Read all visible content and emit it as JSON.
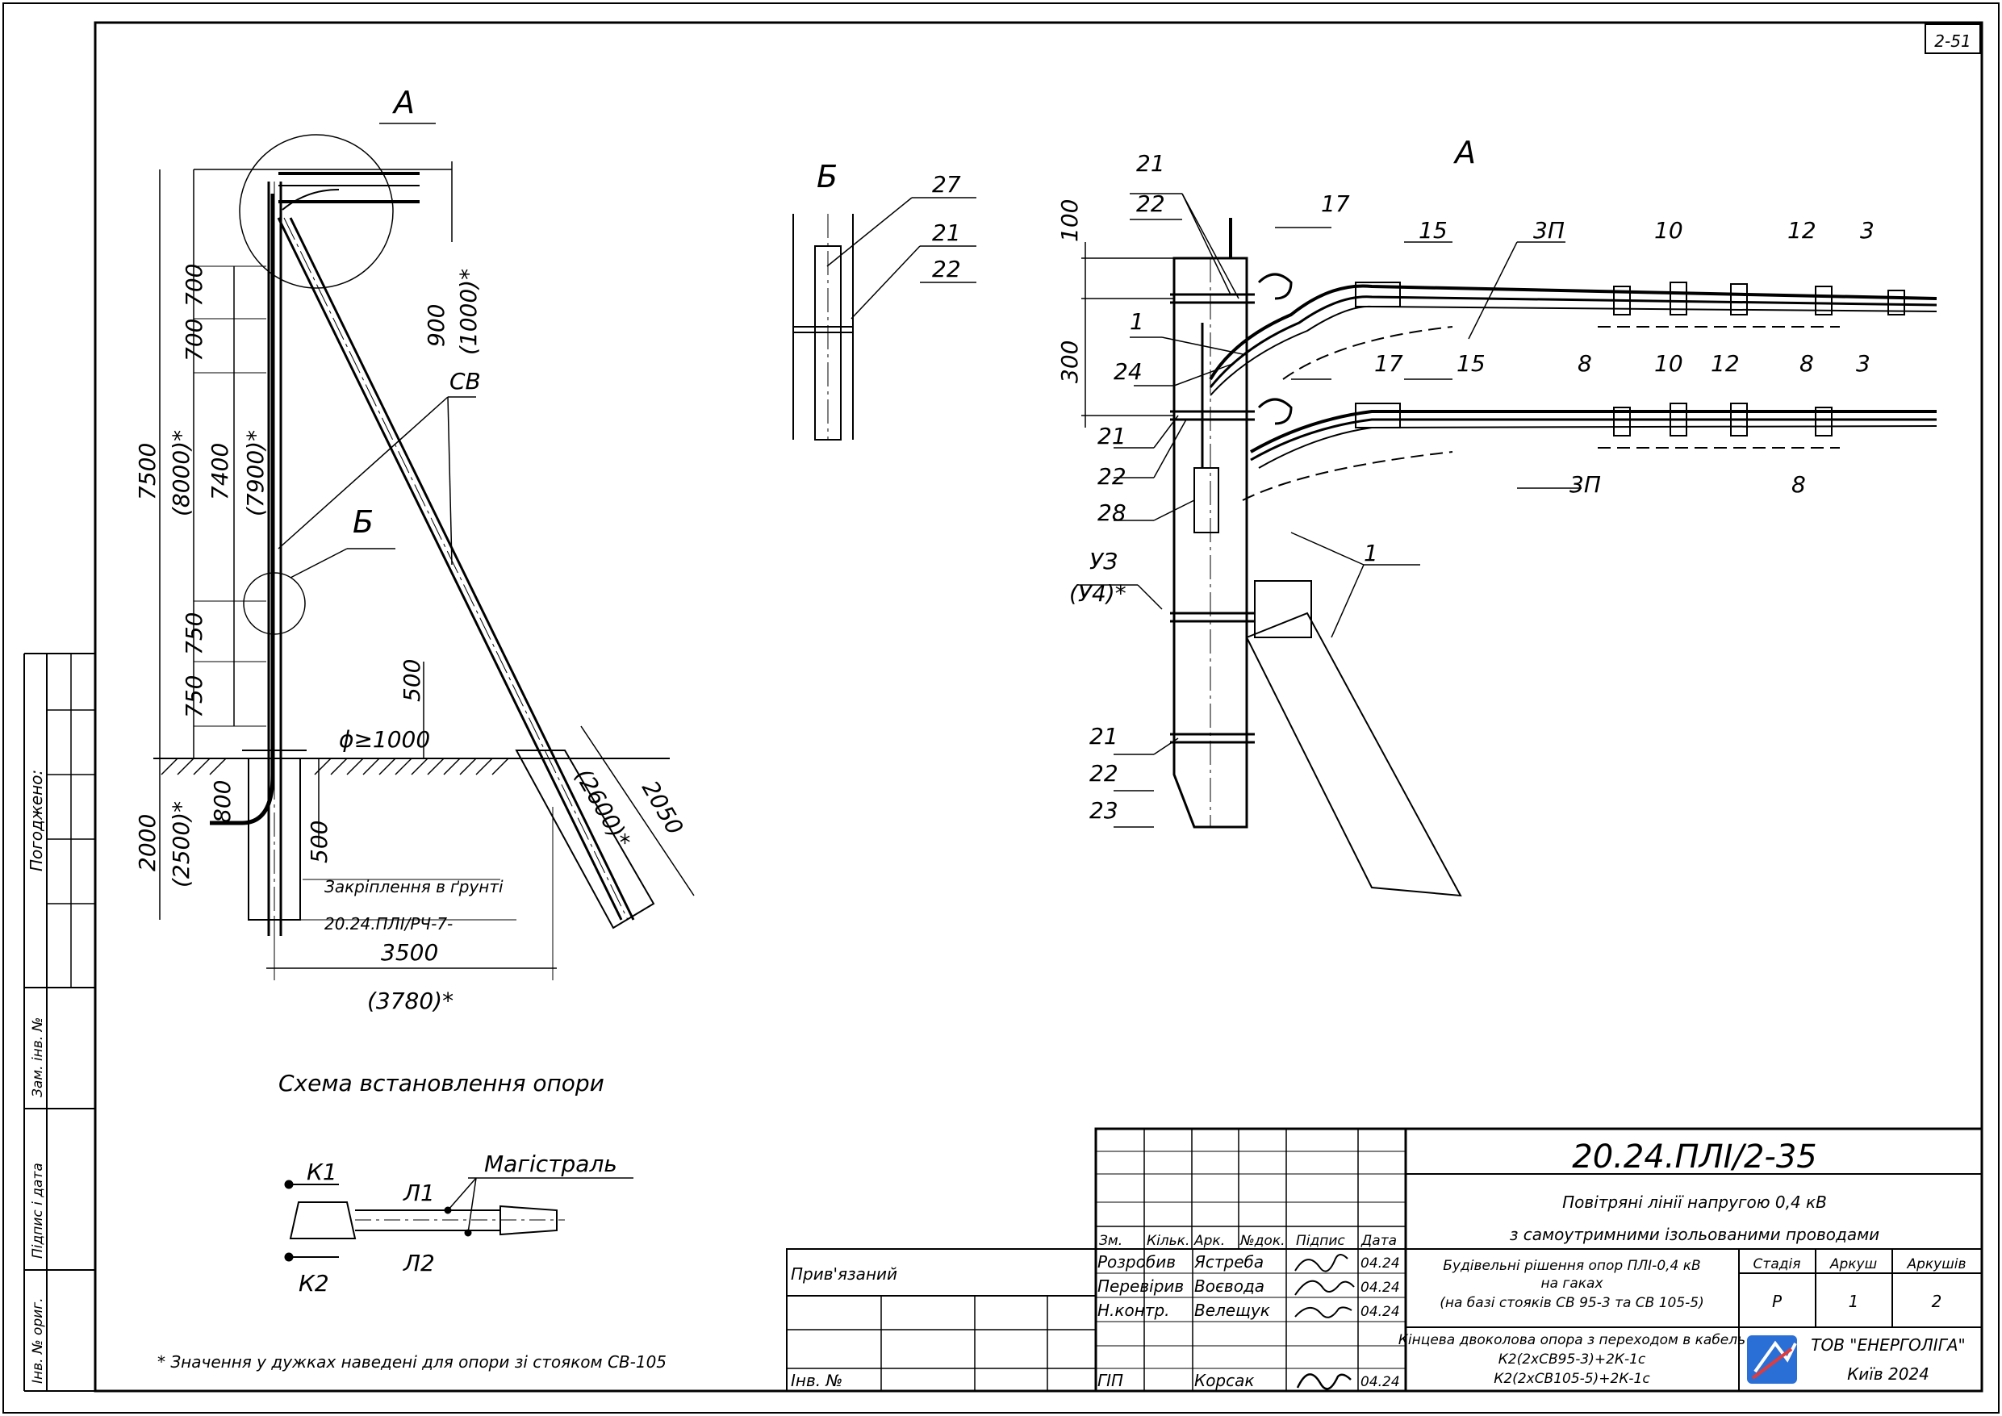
{
  "sheet_number": "2-51",
  "left_stamp": {
    "agreed": "Погоджено:",
    "replaced_inv": "Зам. інв. №",
    "sign_date": "Підпис і дата",
    "orig_inv": "Інв. № ориг."
  },
  "view_labels": {
    "a": "А",
    "b": "Б"
  },
  "scheme": {
    "title": "Схема встановлення опори",
    "dims": {
      "d7500": "7500",
      "d8000": "(8000)*",
      "d7400": "7400",
      "d7900": "(7900)*",
      "d700a": "700",
      "d700b": "700",
      "d900": "900",
      "d1000": "(1000)*",
      "d750a": "750",
      "d750b": "750",
      "d500a": "500",
      "d500b": "500",
      "d800": "800",
      "d2000": "2000",
      "d2500": "(2500)*",
      "d2050": "2050",
      "d2600": "(2600)*",
      "d3500": "3500",
      "d3780": "(3780)*",
      "phi": "ϕ≥1000"
    },
    "cv_label": "СВ",
    "ground_note": "Закріплення в ґрунті",
    "ground_ref": "20.24.ПЛІ/РЧ-7-"
  },
  "detail_b": {
    "p27": "27",
    "p21": "21",
    "p22": "22"
  },
  "detail_a": {
    "p21a": "21",
    "p22a": "22",
    "p17a": "17",
    "p15a": "15",
    "p3pa": "3П",
    "p10a": "10",
    "p12a": "12",
    "p3a": "3",
    "p1a": "1",
    "p24": "24",
    "p8a": "8",
    "p10b": "10",
    "p12b": "12",
    "p8b": "8",
    "p3b": "3",
    "p17b": "17",
    "p15b": "15",
    "p21b": "21",
    "p22b": "22",
    "p28": "28",
    "p8c": "8",
    "p3pb": "3П",
    "uz": "УЗ",
    "u4": "(У4)*",
    "p1b": "1",
    "p21c": "21",
    "p22c": "22",
    "p23": "23",
    "d100": "100",
    "d300": "300"
  },
  "switch": {
    "k1": "К1",
    "k2": "К2",
    "l1": "Л1",
    "l2": "Л2",
    "main": "Магістраль"
  },
  "footnote": "* Значення у дужках наведені для опори зі стояком СВ-105",
  "title_block": {
    "code": "20.24.ПЛІ/2-35",
    "project_l1": "Повітряні лінії напругою 0,4 кВ",
    "project_l2": "з самоутримними ізольованими проводами",
    "hdr": {
      "zm": "Зм.",
      "kilk": "Кільк.",
      "ark": "Арк.",
      "ndoc": "№док.",
      "pidpys": "Підпис",
      "data": "Дата"
    },
    "rows": [
      {
        "role": "Розробив",
        "name": "Ястреба",
        "date": "04.24"
      },
      {
        "role": "Перевірив",
        "name": "Воєвода",
        "date": "04.24"
      },
      {
        "role": "Н.контр.",
        "name": "Велещук",
        "date": "04.24"
      },
      {
        "role": "ГІП",
        "name": "Корсак",
        "date": "04.24"
      }
    ],
    "linked": "Прив'язаний",
    "inv": "Інв. №",
    "section_l1": "Будівельні рішення опор ПЛІ-0,4 кВ",
    "section_l2": "на гаках",
    "section_l3": "(на базі стояків СВ 95-3 та СВ 105-5)",
    "sheet_title_l1": "Кінцева двоколова опора з переходом в кабель",
    "sheet_title_l2": "К2(2хСВ95-3)+2К-1с",
    "sheet_title_l3": "К2(2хСВ105-5)+2К-1с",
    "stage_label": "Стадія",
    "sheet_label": "Аркуш",
    "sheets_label": "Аркушів",
    "stage": "Р",
    "sheet": "1",
    "sheets": "2",
    "company": "ТОВ \"ЕНЕРГОЛІГА\"",
    "city": "Київ 2024"
  }
}
